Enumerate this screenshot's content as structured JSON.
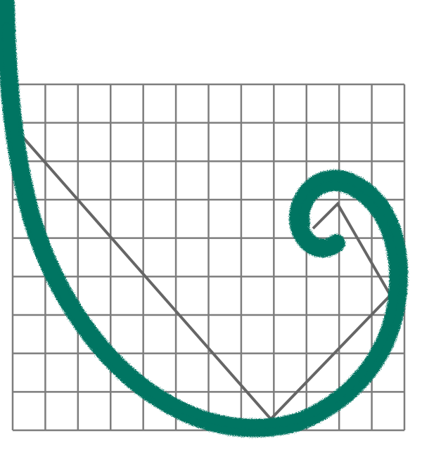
{
  "figure": {
    "background_color": "#ffffff",
    "grid": {
      "columns": 12,
      "rows": 9,
      "line_color": "#7d7d7d"
    },
    "guide_line": {
      "color": "#666666"
    },
    "spiral": {
      "color": "#007462",
      "style": "speckled hand-drawn stroke"
    }
  }
}
